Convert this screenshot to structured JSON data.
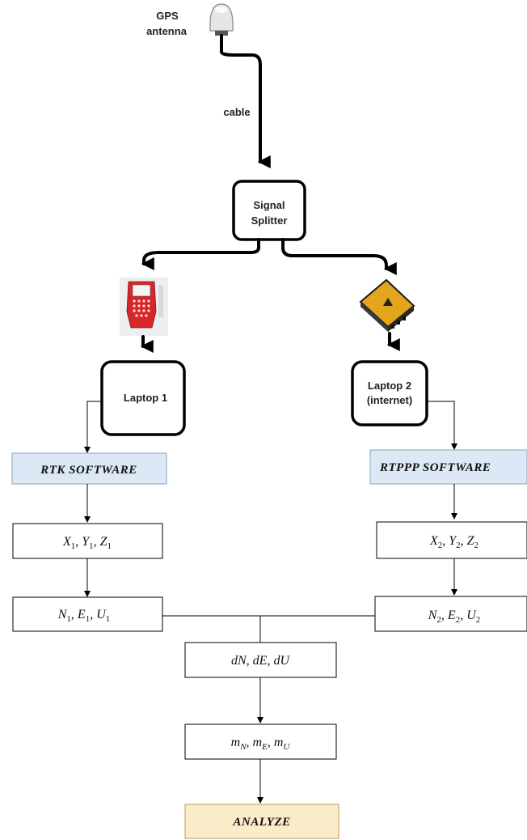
{
  "antenna": {
    "label_line1": "GPS",
    "label_line2": "antenna"
  },
  "cable_label": "cable",
  "splitter": {
    "line1": "Signal",
    "line2": "Splitter"
  },
  "laptop1": {
    "line1": "Laptop 1"
  },
  "laptop2": {
    "line1": "Laptop 2",
    "line2": "(internet)"
  },
  "rtk_software": "RTK SOFTWARE",
  "rtppp_software": "RTPPP SOFTWARE",
  "xyz1": {
    "X": "X",
    "Xs": "1",
    "Y": "Y",
    "Ys": "1",
    "Z": "Z",
    "Zs": "1"
  },
  "xyz2": {
    "X": "X",
    "Xs": "2",
    "Y": "Y",
    "Ys": "2",
    "Z": "Z",
    "Zs": "2"
  },
  "neu1": {
    "N": "N",
    "Ns": "1",
    "E": "E",
    "Es": "1",
    "U": "U",
    "Us": "1"
  },
  "neu2": {
    "N": "N",
    "Ns": "2",
    "E": "E",
    "Es": "2",
    "U": "U",
    "Us": "2"
  },
  "diff": "dN, dE, dU",
  "rms": {
    "m": "m",
    "N": "N",
    "E": "E",
    "U": "U"
  },
  "analyze": "ANALYZE",
  "colors": {
    "software_fill": "#dce8f5",
    "analyze_fill": "#fbecc9",
    "receiver1_body": "#d7262a",
    "receiver2_body": "#e3a51b"
  }
}
